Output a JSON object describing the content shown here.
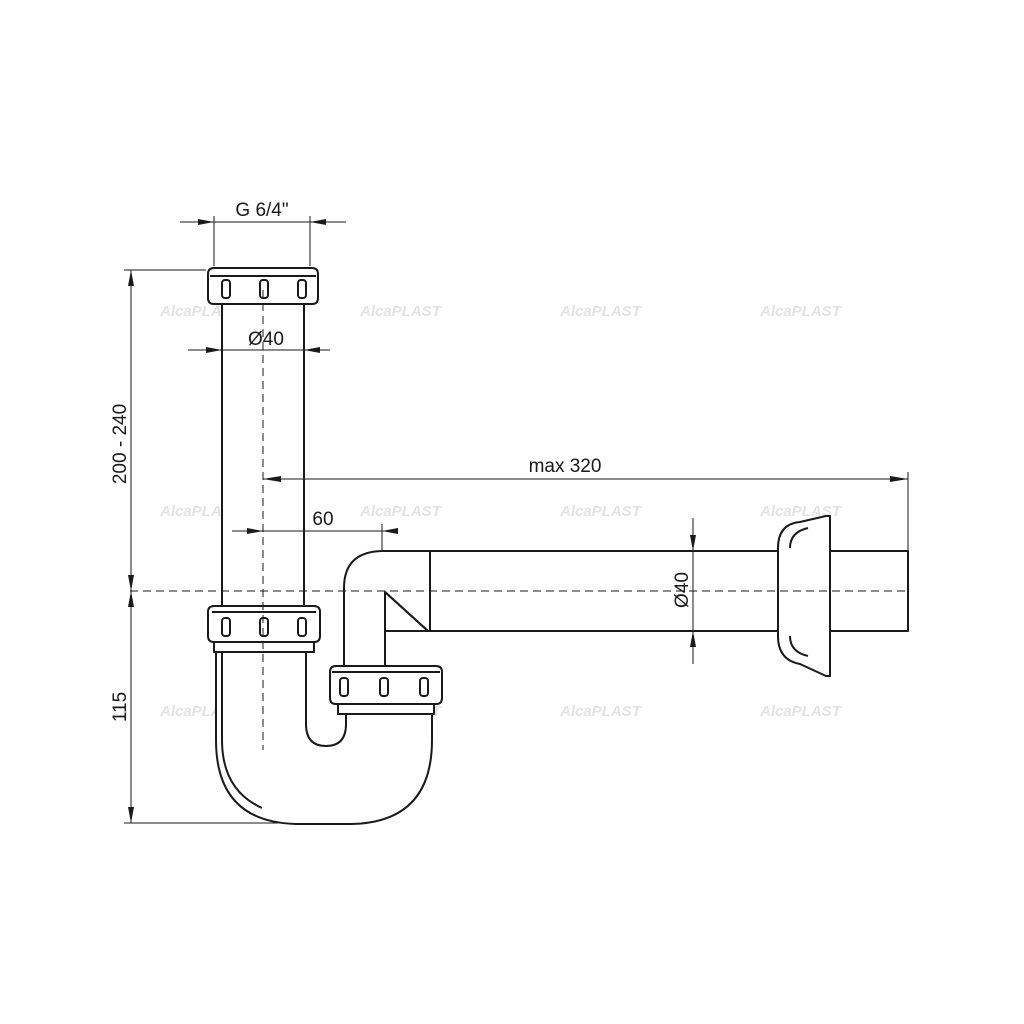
{
  "dimensions": {
    "thread": "G 6/4\"",
    "inlet_diameter": "Ø40",
    "outlet_diameter": "Ø40",
    "max_length": "max 320",
    "offset": "60",
    "height_range": "200 - 240",
    "trap_depth": "115"
  },
  "watermark": "AlcaPLAST",
  "colors": {
    "line": "#1a1a1a",
    "watermark": "#e2e2e2",
    "background": "#ffffff"
  }
}
